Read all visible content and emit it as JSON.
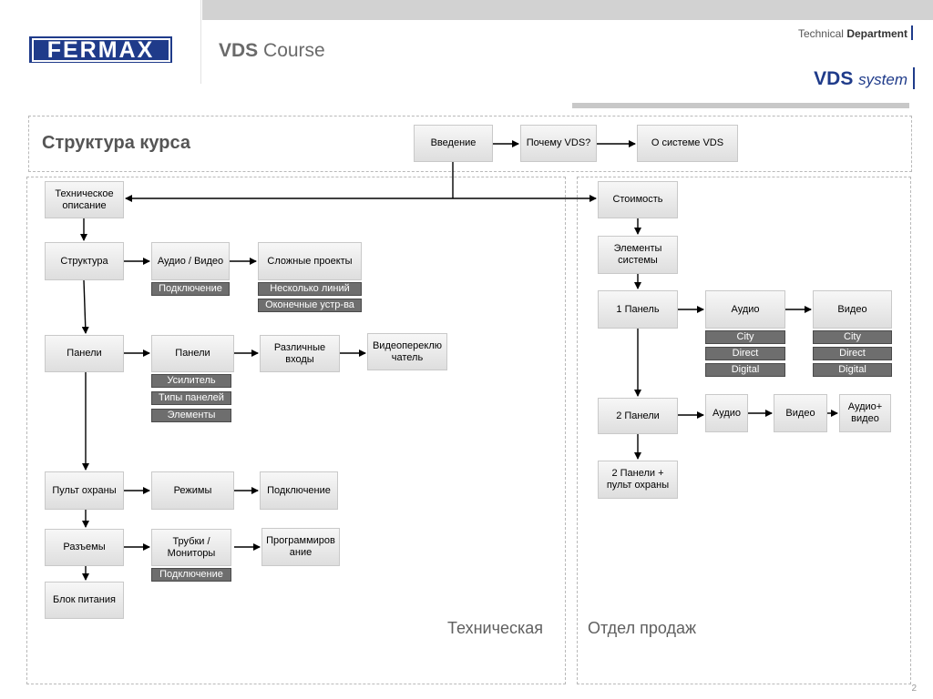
{
  "header": {
    "logo_text": "FERMAX",
    "course_bold": "VDS",
    "course_rest": " Course",
    "dept_normal": "Technical ",
    "dept_bold": "Department",
    "system_bold": "VDS ",
    "system_italic": "system"
  },
  "title": "Структура курса",
  "top_flow": {
    "intro": "Введение",
    "why": "Почему VDS?",
    "about": "О системе VDS"
  },
  "tech": {
    "desc": "Техническое описание",
    "structure": "Структура",
    "audio_video": "Аудио / Видео",
    "complex": "Сложные проекты",
    "tag_connection": "Подключение",
    "tag_lines": "Несколько линий",
    "tag_terminal": "Оконечные устр-ва",
    "panels": "Панели",
    "panels2": "Панели",
    "inputs": "Различные входы",
    "video_switch": "Видеопереключатель",
    "tag_amp": "Усилитель",
    "tag_types": "Типы панелей",
    "tag_elements": "Элементы",
    "guard": "Пульт охраны",
    "modes": "Режимы",
    "connection": "Подключение",
    "connectors": "Разъемы",
    "handsets": "Трубки / Мониторы",
    "programming": "Программирование",
    "tag_connection2": "Подключение",
    "power": "Блок питания",
    "section_label": "Техническая"
  },
  "sales": {
    "cost": "Стоимость",
    "elements": "Элементы системы",
    "one_panel": "1 Панель",
    "audio": "Аудио",
    "video": "Видео",
    "audio_tags": [
      "City",
      "Direct",
      "Digital"
    ],
    "video_tags": [
      "City",
      "Direct",
      "Digital"
    ],
    "two_panels": "2 Панели",
    "audio2": "Аудио",
    "video2": "Видео",
    "audio_video": "Аудио+ видео",
    "two_panels_guard": "2 Панели + пульт охраны",
    "section_label": "Отдел продаж"
  },
  "page_number": "2"
}
